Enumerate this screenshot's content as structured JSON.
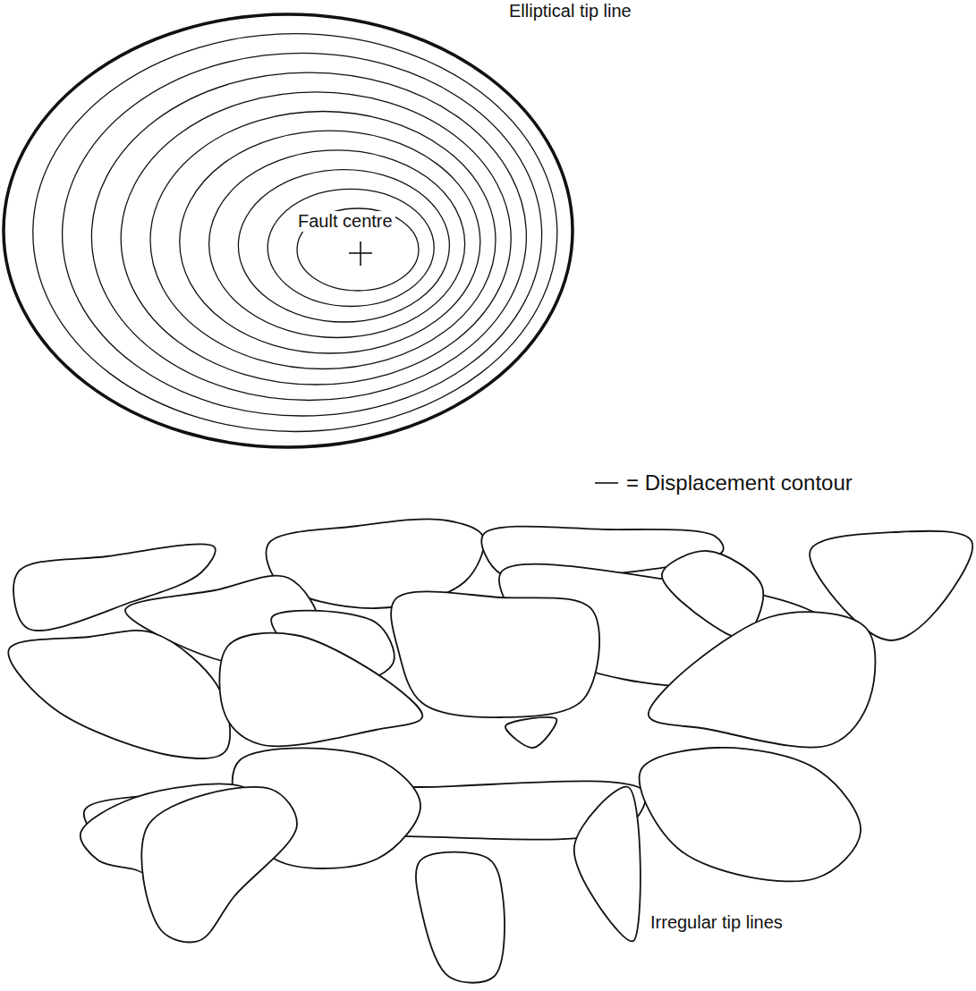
{
  "diagram": {
    "labels": [
      "Elliptical tip line",
      "Fault centre",
      "Irregular tip lines"
    ],
    "legend": [
      {
        "text": "= Displacement contour"
      }
    ]
  }
}
